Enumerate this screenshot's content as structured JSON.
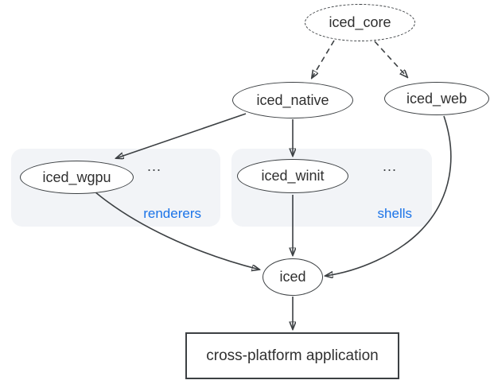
{
  "diagram": {
    "colors": {
      "background": "#ffffff",
      "stroke": "#3c4043",
      "node_text": "#303030",
      "accent_blue": "#1a73e8",
      "group_fill": "#f2f4f7"
    },
    "nodes": {
      "iced_core": {
        "label": "iced_core",
        "shape": "ellipse",
        "style": "dashed"
      },
      "iced_native": {
        "label": "iced_native",
        "shape": "ellipse",
        "style": "solid"
      },
      "iced_web": {
        "label": "iced_web",
        "shape": "ellipse",
        "style": "solid"
      },
      "iced_wgpu": {
        "label": "iced_wgpu",
        "shape": "ellipse",
        "style": "solid"
      },
      "iced_winit": {
        "label": "iced_winit",
        "shape": "ellipse",
        "style": "solid"
      },
      "iced": {
        "label": "iced",
        "shape": "ellipse",
        "style": "solid"
      },
      "app": {
        "label": "cross-platform application",
        "shape": "rectangle",
        "style": "solid"
      }
    },
    "groups": {
      "renderers": {
        "label": "renderers",
        "ellipsis": "..."
      },
      "shells": {
        "label": "shells",
        "ellipsis": "..."
      }
    },
    "edges": [
      {
        "from": "iced_core",
        "to": "iced_native",
        "style": "dashed"
      },
      {
        "from": "iced_core",
        "to": "iced_web",
        "style": "dashed"
      },
      {
        "from": "iced_native",
        "to": "iced_wgpu",
        "style": "solid"
      },
      {
        "from": "iced_native",
        "to": "iced_winit",
        "style": "solid"
      },
      {
        "from": "iced_winit",
        "to": "iced",
        "style": "solid"
      },
      {
        "from": "iced_wgpu",
        "to": "iced",
        "style": "solid"
      },
      {
        "from": "iced_web",
        "to": "iced",
        "style": "solid"
      },
      {
        "from": "iced",
        "to": "app",
        "style": "solid"
      }
    ]
  }
}
